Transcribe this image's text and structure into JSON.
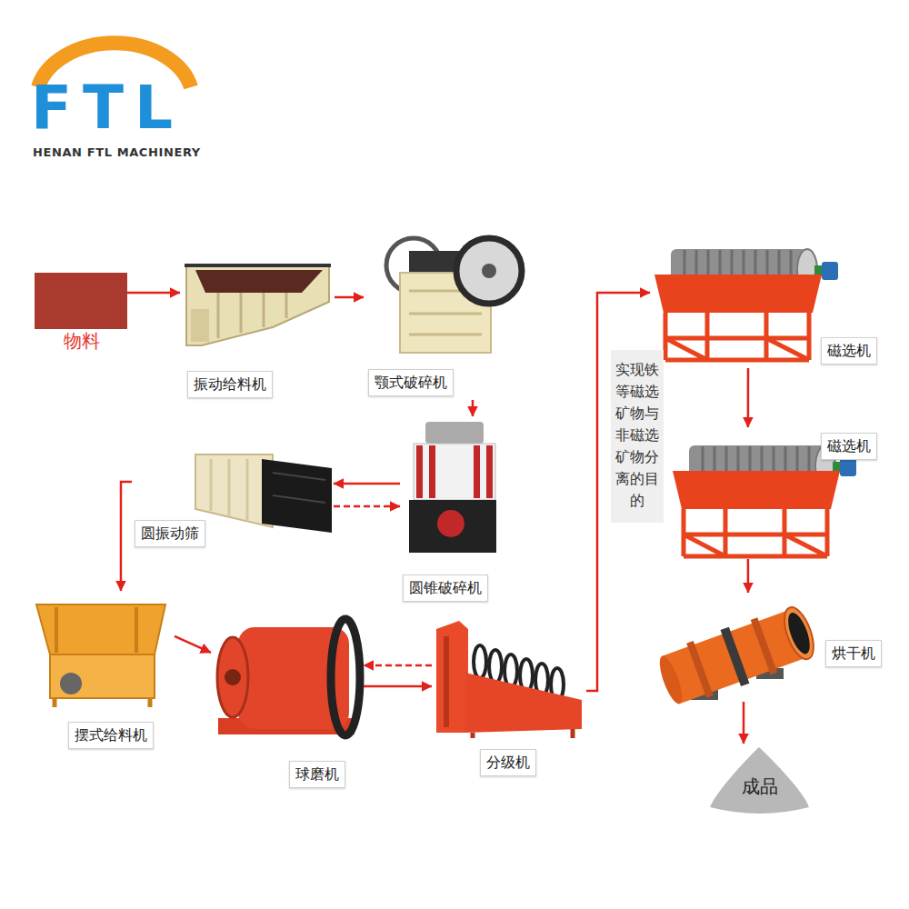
{
  "diagram": {
    "nodes": [
      {
        "text": [
          "物料"
        ]
      },
      {
        "text": [
          "振动给料机"
        ]
      },
      {
        "text": [
          "颚式破碎机"
        ]
      },
      {
        "text": [
          "圆锥破碎机"
        ]
      },
      {
        "text": [
          "圆振动筛"
        ]
      },
      {
        "text": [
          "摆式给料机"
        ]
      },
      {
        "text": [
          "球磨机"
        ]
      },
      {
        "text": [
          "分级机"
        ]
      },
      {
        "text": [
          "实现铁等磁选矿物与非磁选矿物分离的目的"
        ]
      },
      {
        "text": [
          "磁选机"
        ]
      },
      {
        "text": [
          "磁选机"
        ]
      },
      {
        "text": [
          "烘干机"
        ]
      },
      {
        "text": [
          "成品"
        ]
      }
    ],
    "edges": [
      {
        "from": 0,
        "to": 1,
        "arrow": "to"
      },
      {
        "from": 1,
        "to": 2,
        "arrow": "to"
      },
      {
        "from": 2,
        "to": 3,
        "arrow": "to"
      },
      {
        "from": 3,
        "to": 4,
        "arrow": "to"
      },
      {
        "from": 4,
        "to": 3,
        "arrow": "to"
      },
      {
        "from": 4,
        "to": 5,
        "arrow": "to"
      },
      {
        "from": 5,
        "to": 6,
        "arrow": "to"
      },
      {
        "from": 6,
        "to": 7,
        "arrow": "to"
      },
      {
        "from": 7,
        "to": 6,
        "arrow": "to"
      },
      {
        "from": 7,
        "to": 9,
        "arrow": "to"
      },
      {
        "from": 9,
        "to": 10,
        "arrow": "to"
      },
      {
        "from": 10,
        "to": 11,
        "arrow": "to"
      },
      {
        "from": 11,
        "to": 12,
        "arrow": "to"
      }
    ],
    "labels": [
      "FTL",
      "HENAN FTL MACHINERY"
    ]
  }
}
